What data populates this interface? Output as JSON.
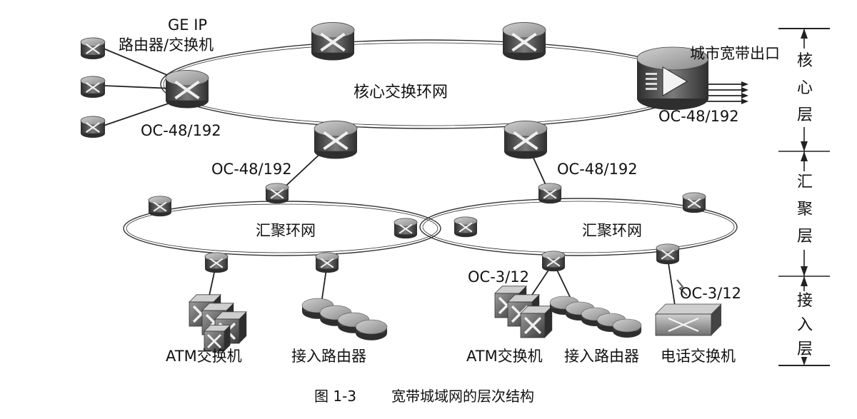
{
  "labels": {
    "ge_ip": "GE IP",
    "router_switch": "路由器/交换机",
    "core_ring": "核心交换环网",
    "city_exit": "城市宽带出口",
    "oc48_left_top": "OC-48/192",
    "oc48_right_top": "OC-48/192",
    "oc48_left_mid": "OC-48/192",
    "oc48_right_mid": "OC-48/192",
    "agg_ring_left": "汇聚环网",
    "agg_ring_right": "汇聚环网",
    "oc3_left": "OC-3/12",
    "oc3_right": "OC-3/12",
    "atm_left": "ATM交换机",
    "access_router_left": "接入路由器",
    "atm_right": "ATM交换机",
    "access_router_right": "接入路由器",
    "phone_switch": "电话交换机"
  },
  "layers": {
    "core": [
      "核",
      "心",
      "层"
    ],
    "aggregation": [
      "汇",
      "聚",
      "层"
    ],
    "access": [
      "接",
      "入",
      "层"
    ]
  },
  "caption": {
    "number": "图 1-3",
    "title": "宽带城域网的层次结构"
  },
  "colors": {
    "line": "#222222",
    "device_dark": "#3a3a3a",
    "device_mid": "#6a6a6a",
    "device_light": "#b8b8b8",
    "ring": "#333333"
  }
}
